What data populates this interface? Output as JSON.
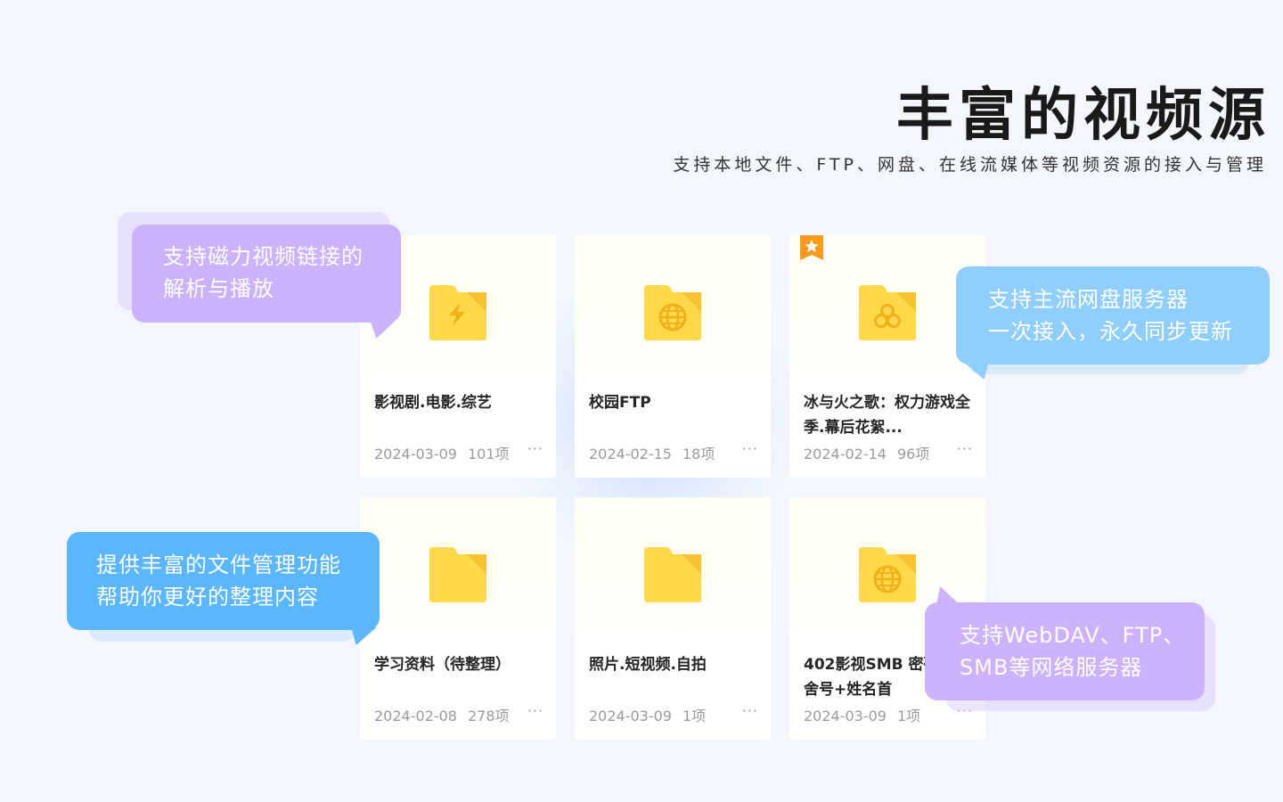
{
  "header": {
    "title": "丰富的视频源",
    "subtitle": "支持本地文件、FTP、网盘、在线流媒体等视频资源的接入与管理"
  },
  "cards": [
    {
      "name": "影视剧.电影.综艺",
      "date": "2024-03-09",
      "count": "101项",
      "icon": "lightning-folder-icon",
      "more": "···"
    },
    {
      "name": "校园FTP",
      "date": "2024-02-15",
      "count": "18项",
      "icon": "globe-folder-icon",
      "more": "···"
    },
    {
      "name": "冰与火之歌：权力游戏全季.幕后花絮...",
      "date": "2024-02-14",
      "count": "96项",
      "icon": "cloud-folder-icon",
      "more": "···",
      "starred": true
    },
    {
      "name": "学习资料（待整理）",
      "date": "2024-02-08",
      "count": "278项",
      "icon": "folder-icon",
      "more": "···"
    },
    {
      "name": "照片.短视频.自拍",
      "date": "2024-03-09",
      "count": "1项",
      "icon": "folder-icon",
      "more": "···"
    },
    {
      "name": "402影视SMB 密码是宿舍号+姓名首",
      "date": "2024-03-09",
      "count": "1项",
      "icon": "globe-folder-icon",
      "more": "···"
    }
  ],
  "bubbles": {
    "magnet": {
      "line1": "支持磁力视频链接的",
      "line2": "解析与播放",
      "color": "#cbb2fb"
    },
    "cloud": {
      "line1": "支持主流网盘服务器",
      "line2": "一次接入，永久同步更新",
      "color": "#8fcdfd"
    },
    "files": {
      "line1": "提供丰富的文件管理功能",
      "line2": "帮助你更好的整理内容",
      "color": "#5bb6fb"
    },
    "network": {
      "line1": "支持WebDAV、FTP、",
      "line2": "SMB等网络服务器",
      "color": "#cdb2fb"
    }
  }
}
